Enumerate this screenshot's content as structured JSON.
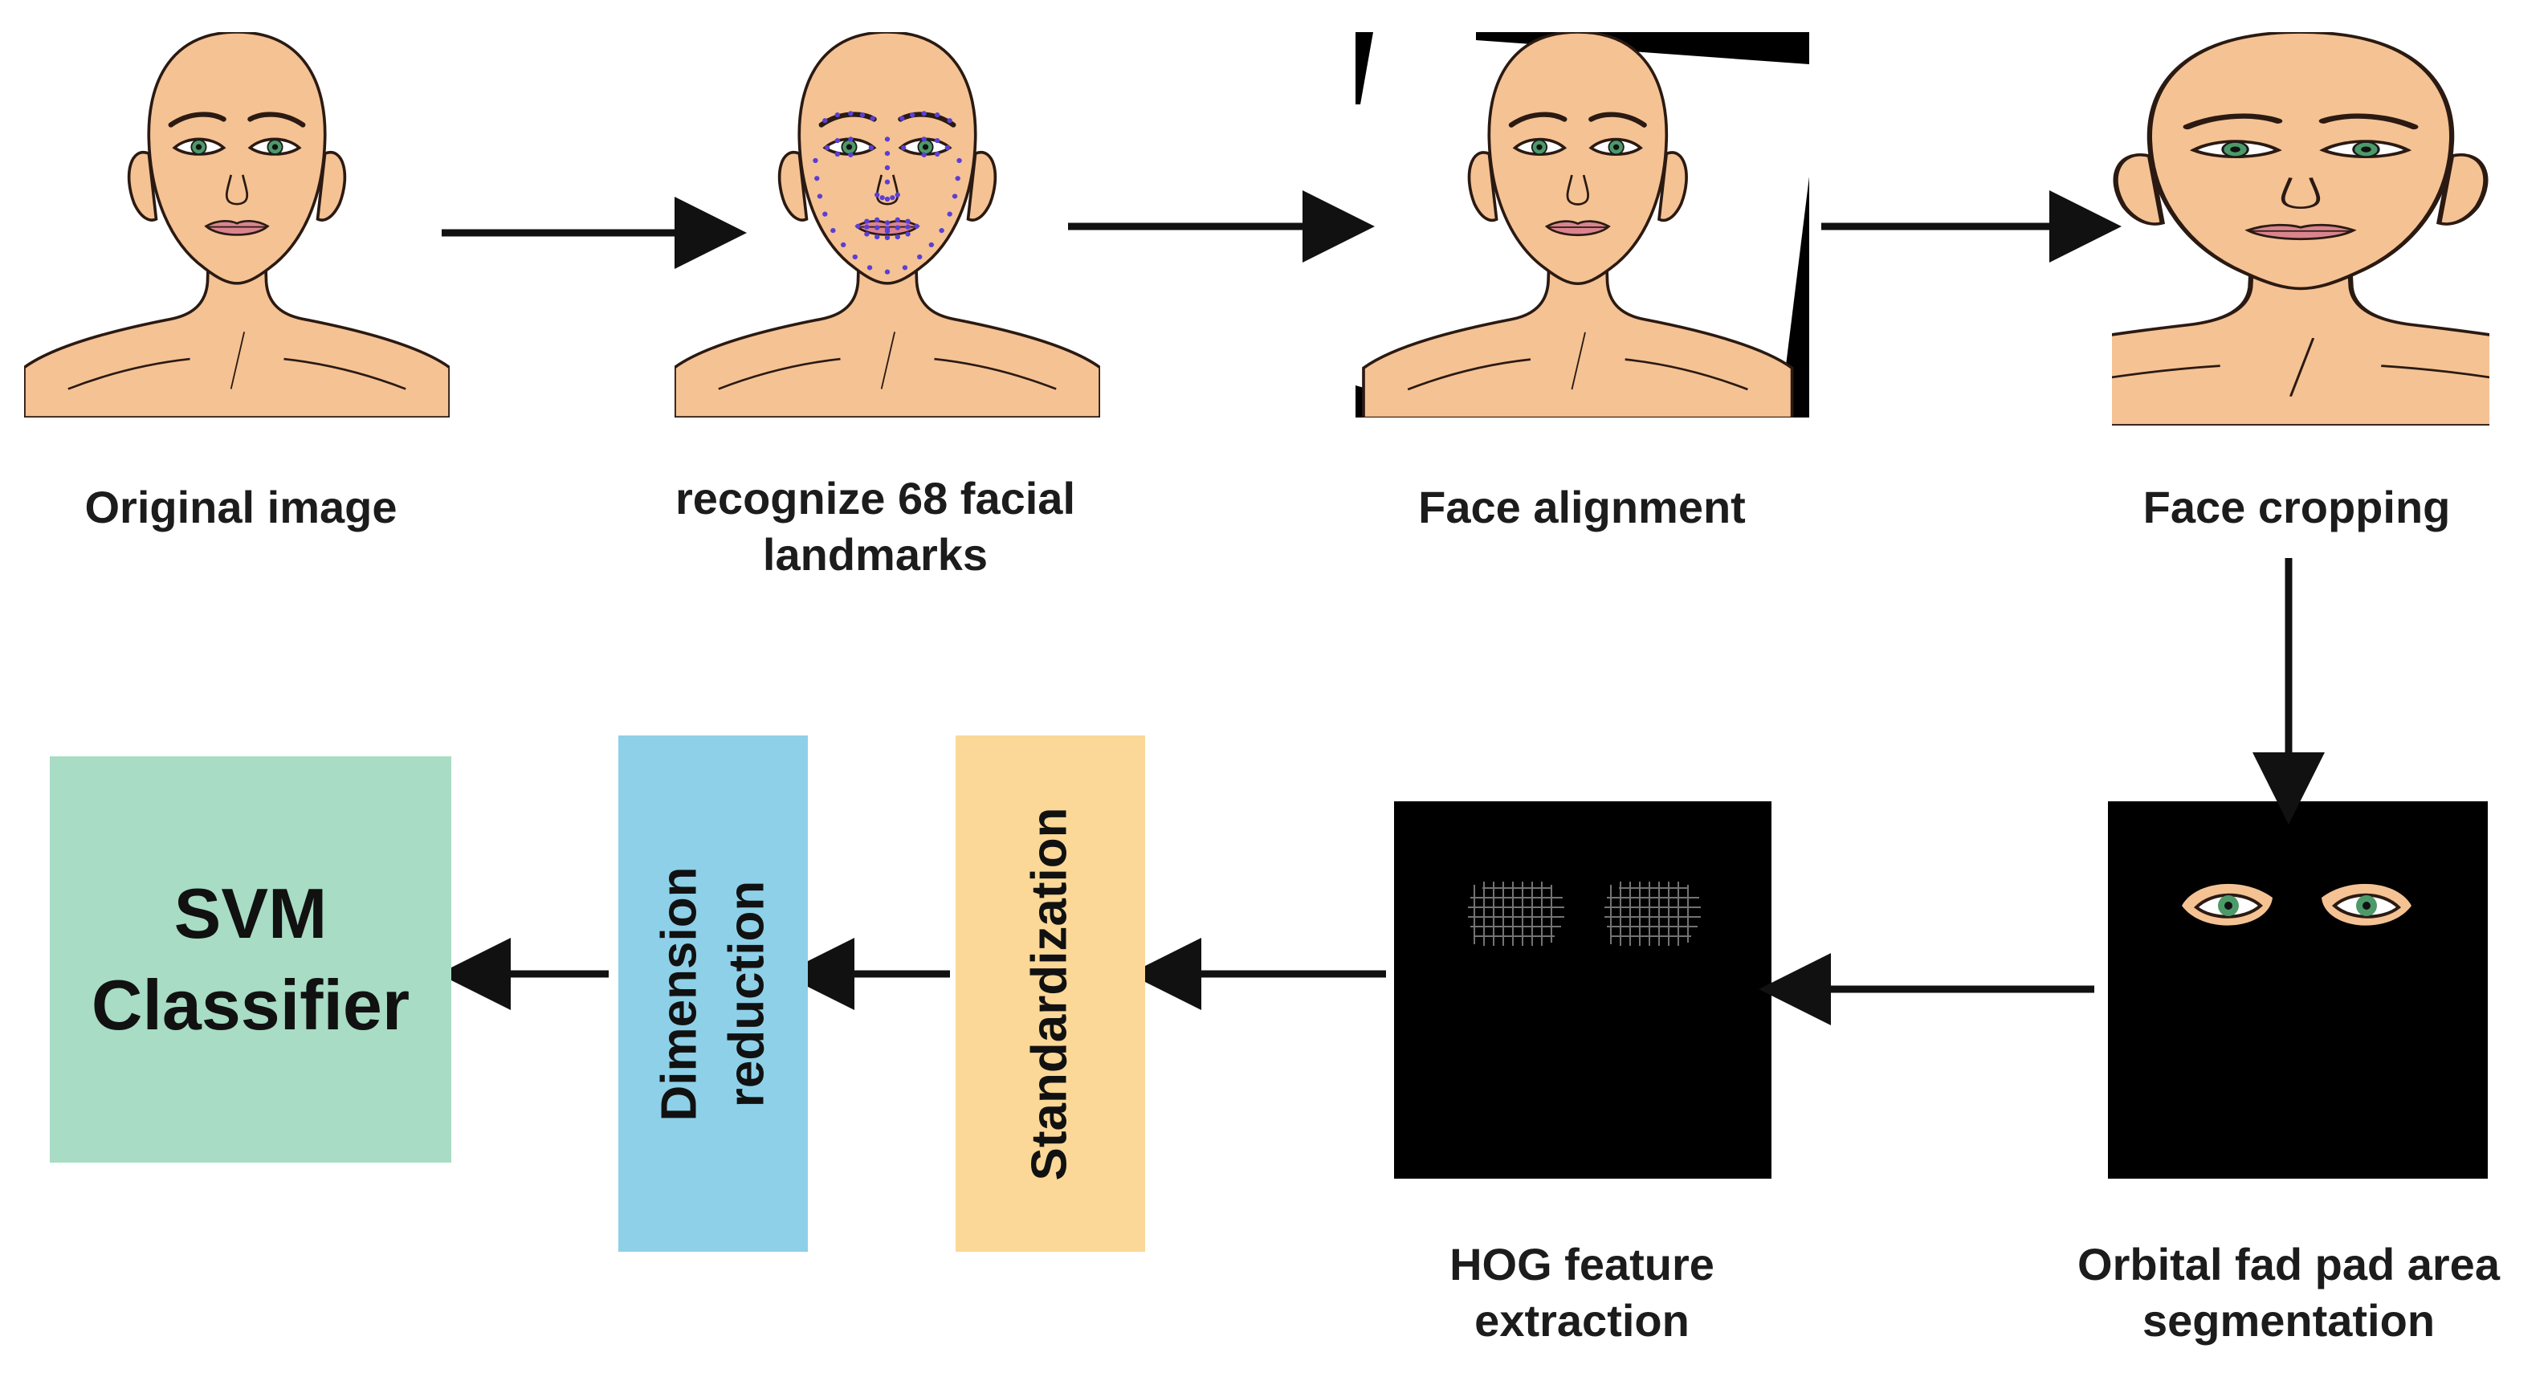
{
  "colors": {
    "svm_box": "#a8dcc4",
    "dimension_box": "#8ed0e8",
    "standardization_box": "#fbd897",
    "skin": "#f5c294",
    "arrow": "#111111",
    "landmark": "#5b3fd4",
    "hog_cell": "#9a9a9a"
  },
  "steps": {
    "original": {
      "caption": "Original image",
      "icon": "face-portrait"
    },
    "landmarks": {
      "caption_line1": "recognize 68 facial",
      "caption_line2": "landmarks",
      "icon": "face-landmarks"
    },
    "alignment": {
      "caption": "Face alignment",
      "icon": "face-aligned"
    },
    "cropping": {
      "caption": "Face cropping",
      "icon": "face-cropped"
    },
    "segmentation": {
      "caption_line1": "Orbital fad pad area",
      "caption_line2": "segmentation",
      "icon": "eye-region-mask"
    },
    "hog": {
      "caption_line1": "HOG feature",
      "caption_line2": "extraction",
      "icon": "hog-feature-map"
    },
    "standardization": {
      "label": "Standardization"
    },
    "dimension": {
      "label_line1": "Dimension",
      "label_line2": "reduction"
    },
    "svm": {
      "label_line1": "SVM",
      "label_line2": "Classifier"
    }
  }
}
